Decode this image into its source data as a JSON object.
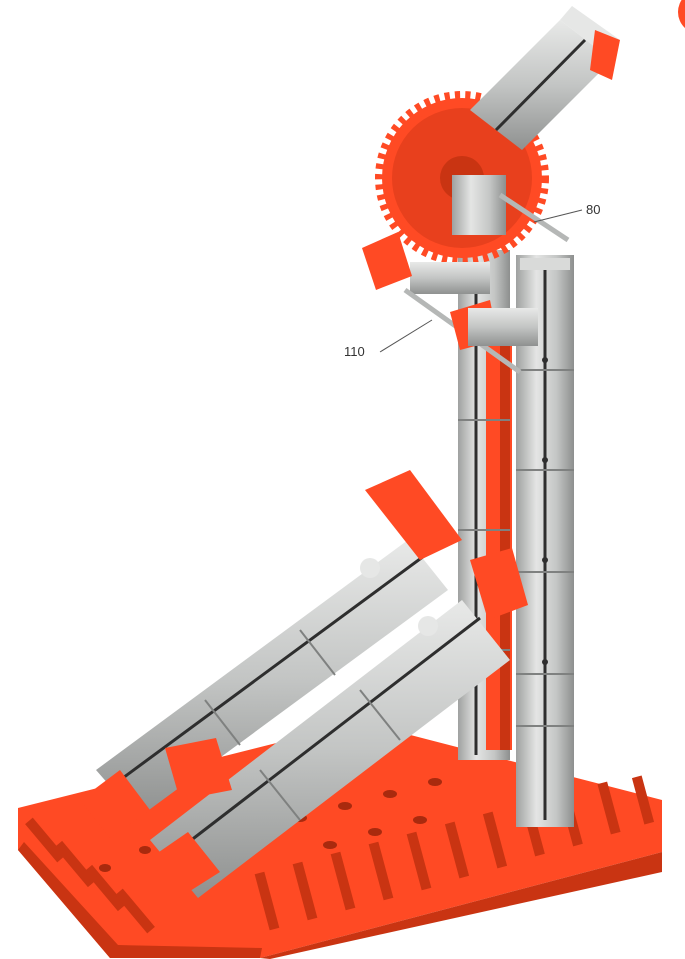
{
  "photo": {
    "subject": "construction-kit-model",
    "callouts": [
      {
        "id": "callout-80",
        "label": "80"
      },
      {
        "id": "callout-110",
        "label": "110"
      }
    ]
  },
  "colors": {
    "background": "#ffffff",
    "red": "#ff4a24",
    "red_dark": "#c93412",
    "grey": "#c7c9c8",
    "grey_light": "#e6e7e6",
    "grey_dark": "#8e908f",
    "groove": "#2e2e2e",
    "axle": "#b5b7b6"
  }
}
